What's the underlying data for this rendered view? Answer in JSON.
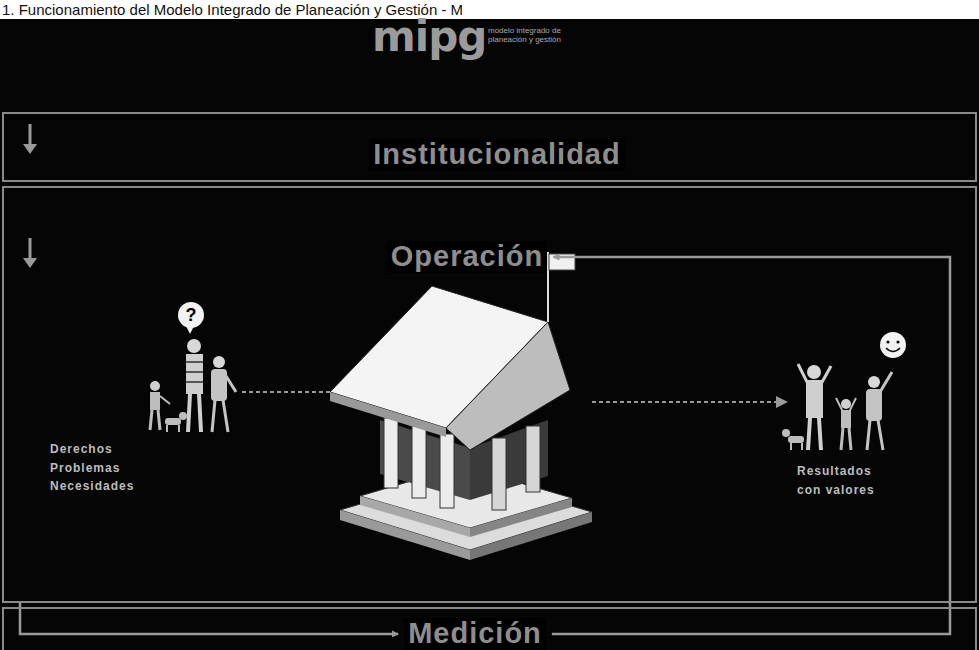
{
  "diagram": {
    "title": "1. Funcionamiento del Modelo Integrado de Planeación y Gestión - M",
    "nodes": [
      {
        "text": [
          "Institucionalidad"
        ]
      },
      {
        "text": [
          "Operación"
        ]
      },
      {
        "text": [
          "Medición"
        ]
      }
    ],
    "edges": [
      {
        "from": 1,
        "to": 2,
        "arrow": "to"
      },
      {
        "from": 2,
        "to": 1,
        "arrow": "to"
      }
    ],
    "labels": [
      "mipg",
      "modelo integrado de planeación y gestión",
      "?",
      "Derechos Problemas Necesidades",
      "Resultados con valores"
    ]
  }
}
